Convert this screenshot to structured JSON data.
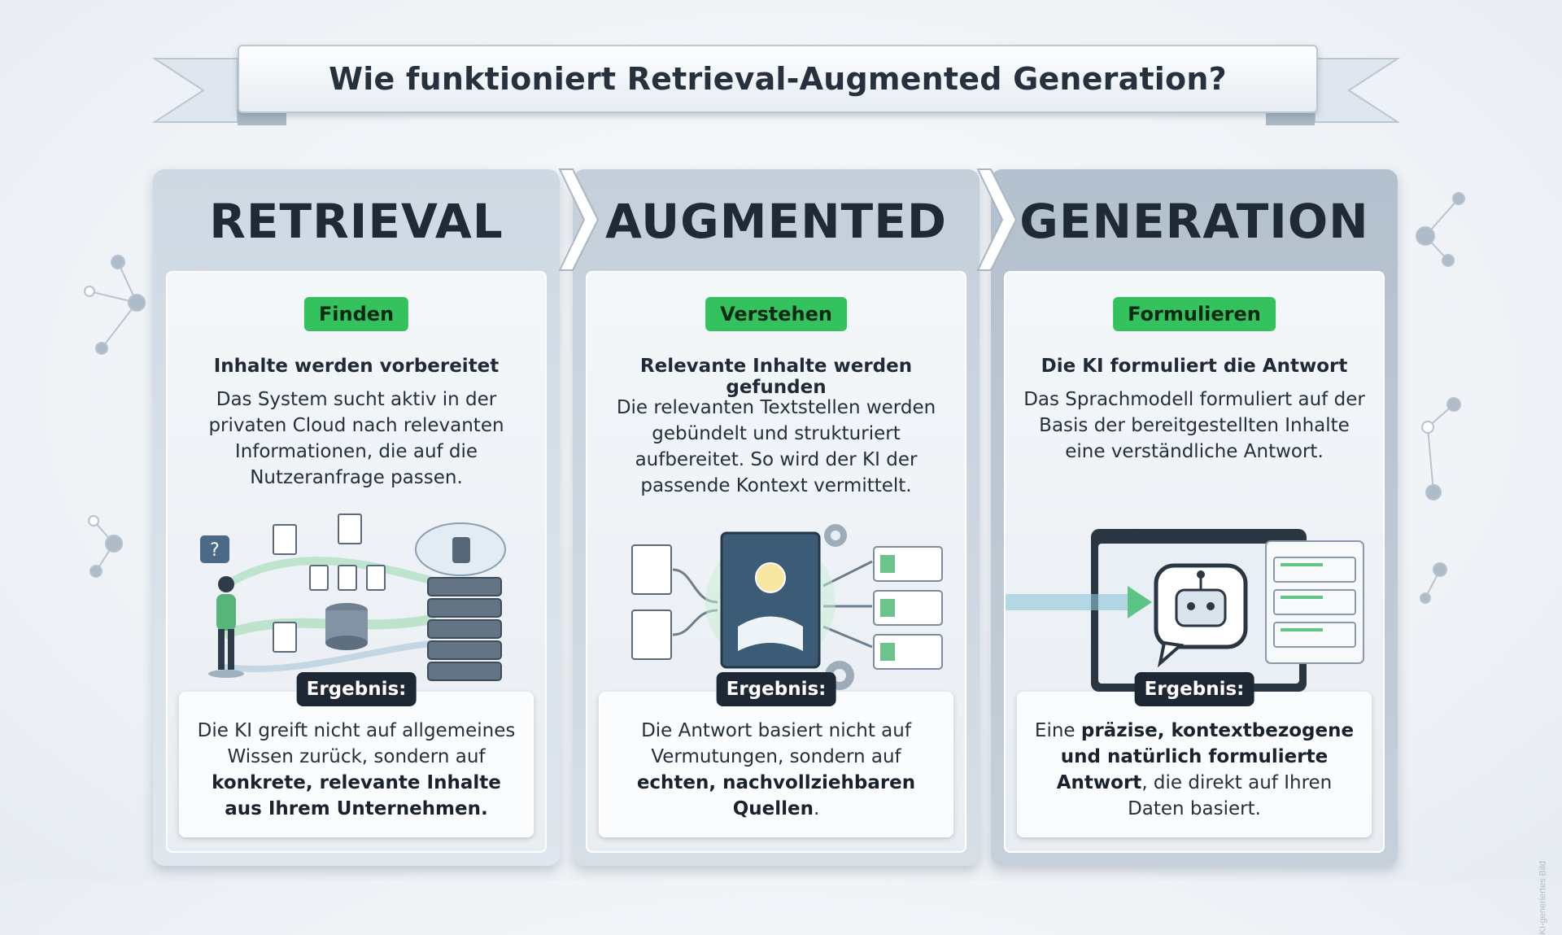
{
  "title": "Wie funktioniert Retrieval-Augmented Generation?",
  "result_label": "Ergebnis:",
  "watermark": "KI-generiertes Bild",
  "colors": {
    "badge_green": "#34c25f",
    "result_badge_dark": "#1d2834",
    "heading": "#1f2a36"
  },
  "columns": [
    {
      "heading": "RETRIEVAL",
      "badge": "Finden",
      "subtitle": "Inhalte werden vorbereitet",
      "description": "Das System sucht aktiv in der privaten Cloud nach relevanten Informationen, die auf die Nutzeranfrage passen.",
      "result": [
        {
          "text": "Die KI greift nicht auf allgemeines Wissen zurück, sondern auf ",
          "bold": false
        },
        {
          "text": "konkrete, relevante Inhalte aus Ihrem Unternehmen.",
          "bold": true
        }
      ],
      "icons": [
        "person-icon",
        "question-bubble-icon",
        "document-icon",
        "database-icon",
        "cloud-server-icon"
      ]
    },
    {
      "heading": "AUGMENTED",
      "badge": "Verstehen",
      "subtitle": "Relevante Inhalte werden gefunden",
      "description": "Die relevanten Textstellen werden gebündelt und strukturiert aufbereitet. So wird der KI der passende Kontext vermittelt.",
      "result": [
        {
          "text": "Die Antwort basiert nicht auf Vermutungen, sondern auf ",
          "bold": false
        },
        {
          "text": "echten, nachvollziehbaren Quellen",
          "bold": true
        },
        {
          "text": ".",
          "bold": false
        }
      ],
      "icons": [
        "document-icon",
        "book-lightbulb-icon",
        "gear-icon",
        "content-card-icon"
      ]
    },
    {
      "heading": "GENERATION",
      "badge": "Formulieren",
      "subtitle": "Die KI formuliert die Antwort",
      "description": "Das Sprachmodell formuliert auf der Basis der bereitgestellten Inhalte eine verständliche Antwort.",
      "result": [
        {
          "text": "Eine ",
          "bold": false
        },
        {
          "text": "präzise, kontextbezogene und natürlich formulierte Antwort",
          "bold": true
        },
        {
          "text": ", die direkt auf Ihren Daten basiert.",
          "bold": false
        }
      ],
      "icons": [
        "monitor-icon",
        "robot-chat-icon",
        "response-card-icon",
        "arrow-right-icon"
      ]
    }
  ]
}
